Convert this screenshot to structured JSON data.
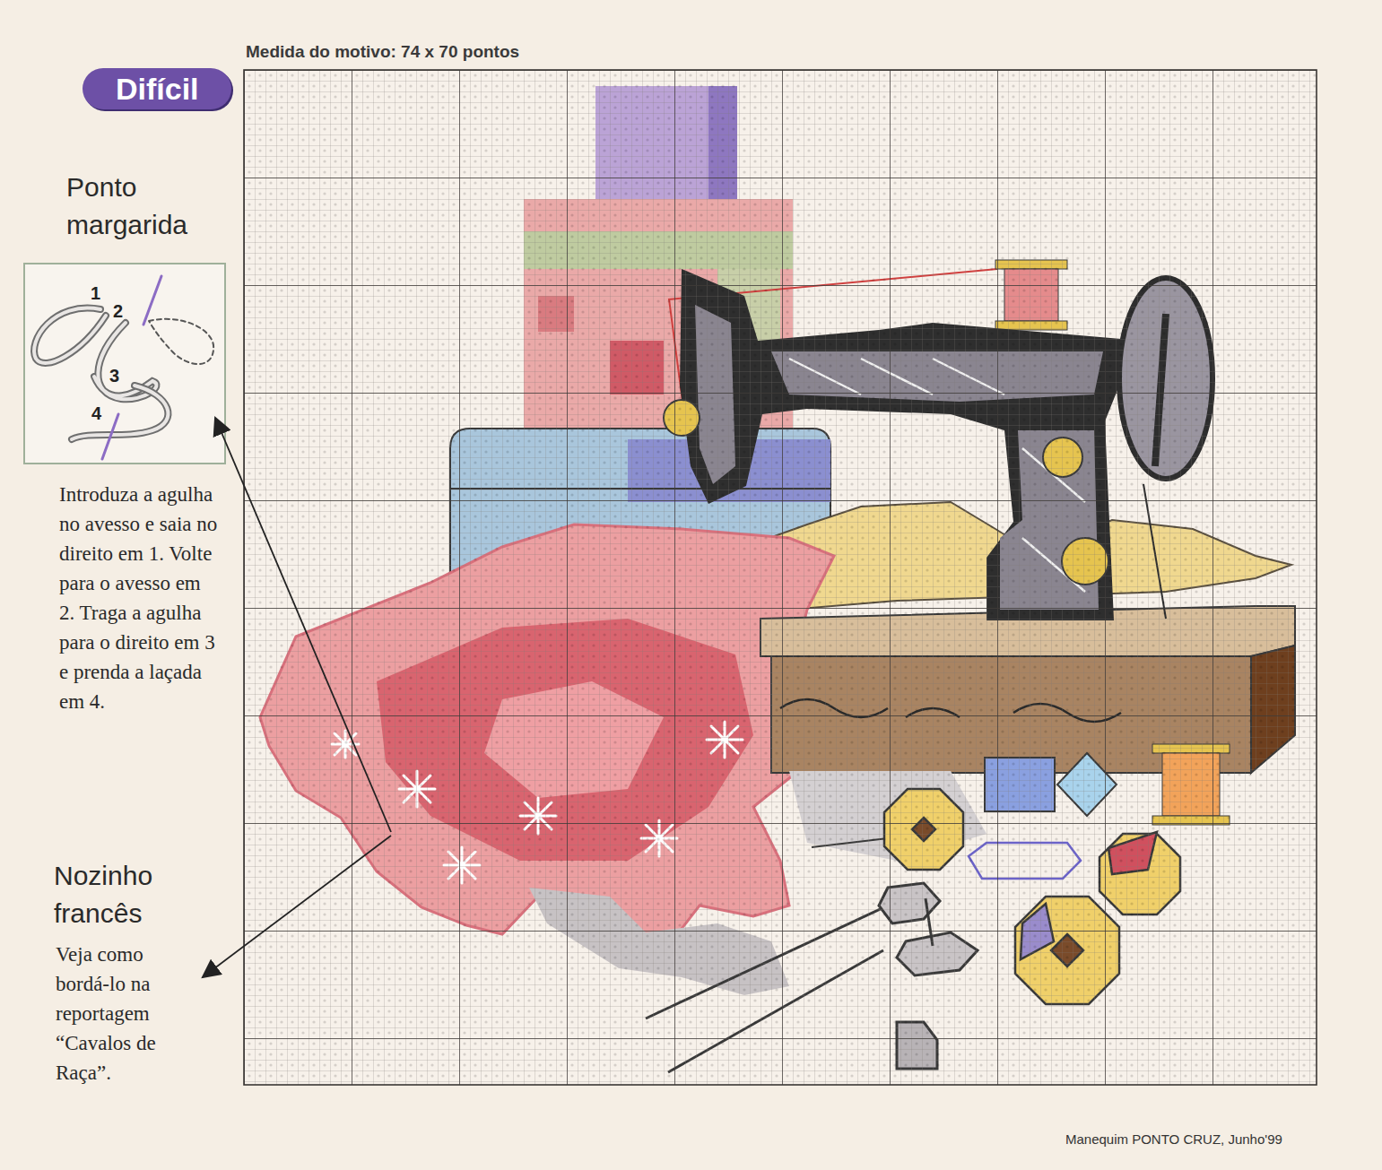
{
  "diagram": {
    "title": "Medida do motivo: 74 x 70 pontos",
    "nodes": [
      {
        "text": [
          "Difícil"
        ]
      },
      {
        "text": [
          "1",
          "2",
          "3",
          "4"
        ]
      }
    ],
    "labels": [
      "Ponto margarida",
      "Introduza a agulha no avesso e saia no direito em 1. Volte para o avesso em 2. Traga a agulha para o direito em 3 e prenda a laçada em 4.",
      "Nozinho francês",
      "Veja como bordá-lo na reportagem “Cavalos de Raça”.",
      "Manequim PONTO CRUZ, Junho'99"
    ]
  }
}
